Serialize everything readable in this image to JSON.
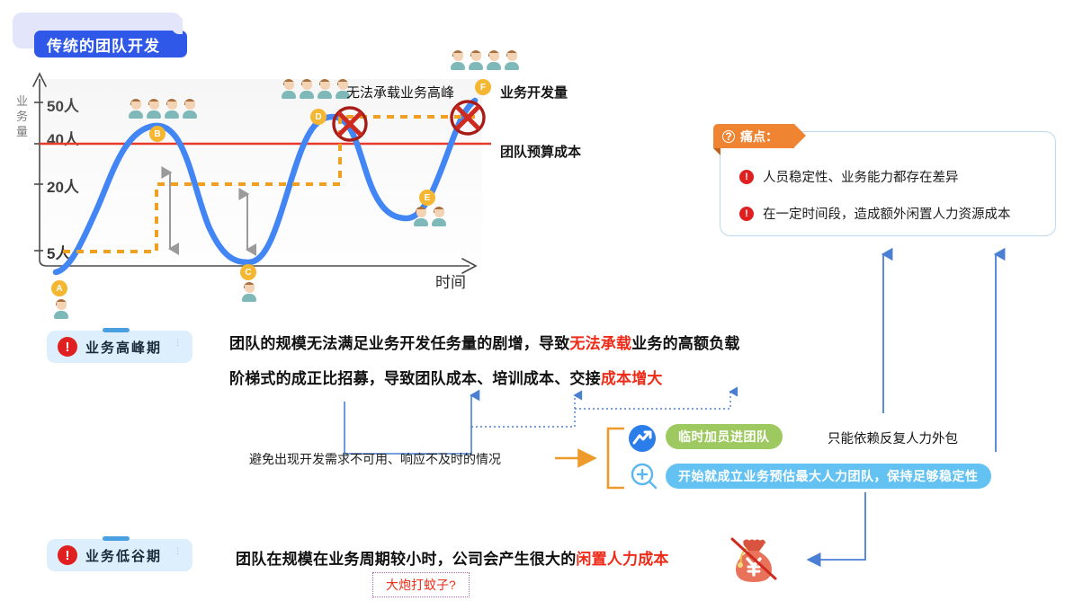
{
  "header": {
    "badge_title": "传统的团队开发"
  },
  "chart": {
    "y_axis_title": "业务量",
    "x_axis_label": "时间",
    "y_ticks": [
      "50人",
      "40人",
      "20人",
      "5人"
    ],
    "budget_line_label": "团队预算成本",
    "volume_line_label": "业务开发量",
    "peak_warning": "无法承载业务高峰",
    "markers": [
      "A",
      "B",
      "C",
      "D",
      "E",
      "F"
    ],
    "marker_headcounts": [
      1,
      4,
      1,
      4,
      2,
      4
    ]
  },
  "chart_data": {
    "type": "line",
    "title": "传统的团队开发",
    "xlabel": "时间",
    "ylabel": "业务量",
    "ytick_labels": [
      "5人",
      "20人",
      "40人",
      "50人"
    ],
    "ytick_values": [
      5,
      20,
      40,
      50
    ],
    "ylim": [
      0,
      55
    ],
    "grid": false,
    "legend_position": "right",
    "series": [
      {
        "name": "业务开发量",
        "color": "#4285f4",
        "points": [
          {
            "label": "A",
            "x": 0,
            "y": 2,
            "headcount": 1
          },
          {
            "label": "B",
            "x": 1,
            "y": 40,
            "headcount": 4
          },
          {
            "label": "C",
            "x": 2,
            "y": 5,
            "headcount": 1
          },
          {
            "label": "D",
            "x": 3,
            "y": 45,
            "headcount": 4
          },
          {
            "label": "E",
            "x": 4,
            "y": 17,
            "headcount": 2
          },
          {
            "label": "F",
            "x": 5,
            "y": 50,
            "headcount": 4
          }
        ]
      },
      {
        "name": "团队预算成本",
        "color": "#e8392a",
        "type": "hline",
        "value": 38
      }
    ],
    "annotations": [
      {
        "text": "无法承载业务高峰",
        "at": [
          "D",
          "F"
        ]
      },
      {
        "text": "5人",
        "kind": "step-baseline"
      },
      {
        "text": "20人",
        "kind": "step-baseline"
      }
    ]
  },
  "pain": {
    "header_label": "痛点：",
    "header_icon": "question-mark-icon",
    "items": [
      "人员稳定性、业务能力都存在差异",
      "在一定时间段，造成额外闲置人力资源成本"
    ]
  },
  "peak_section": {
    "badge_label": "业务高峰期",
    "line1_a": "团队的规模无法满足业务开发任务量的剧增，导致",
    "line1_red": "无法承载",
    "line1_b": "业务的高额负载",
    "line2_a": "阶梯式的成正比招募，导致团队成本、培训成本、交接",
    "line2_red": "成本增大"
  },
  "solutions": {
    "note": "避免出现开发需求不可用、响应不及时的情况",
    "tag_green": "临时加员进团队",
    "tag_blue": "开始就成立业务预估最大人力团队，保持足够稳定性",
    "outsource_note": "只能依赖反复人力外包"
  },
  "low_section": {
    "badge_label": "业务低谷期",
    "line_a": "团队在规模在业务周期较小时，公司会产生很大的",
    "line_red": "闲置人力成本",
    "callout": "大炮打蚊子?",
    "icon": "money-bag-forbidden-icon"
  },
  "colors": {
    "brand_blue": "#2f58e8",
    "curve_blue": "#4285f4",
    "budget_red": "#e8392a",
    "dash_orange": "#f0a020",
    "marker_gold": "#f5b731",
    "pain_orange": "#ef8432",
    "tag_green": "#9dc960",
    "tag_blue": "#63c2f1",
    "alert_red": "#e02020"
  }
}
